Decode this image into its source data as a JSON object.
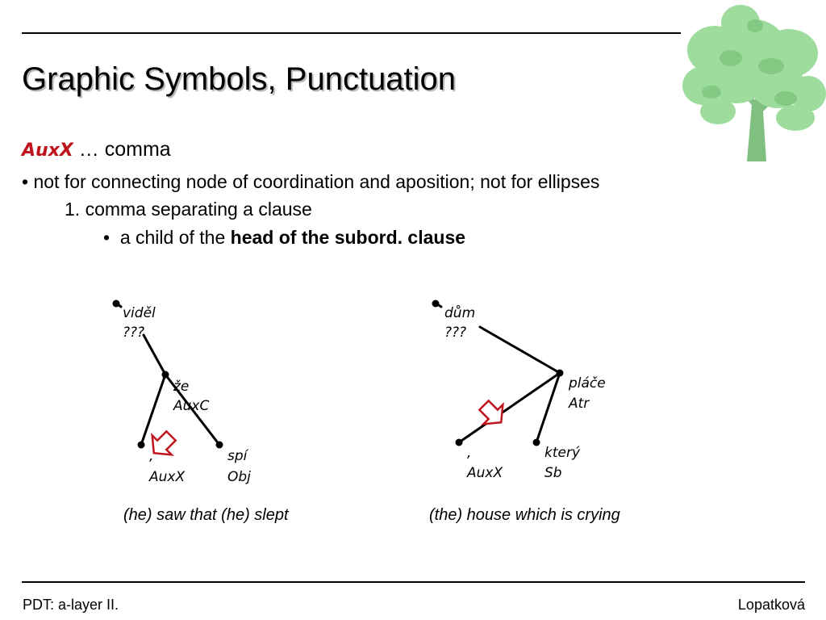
{
  "slide": {
    "title": "Graphic Symbols, Punctuation",
    "heading_term": "AuxX",
    "heading_rest": " … comma",
    "bullet_1": "• not for connecting node of coordination and aposition; not for ellipses",
    "item_1": "1. comma separating a clause",
    "bullet_2_prefix": "•  a child of the ",
    "bullet_2_bold": "head of the subord. clause"
  },
  "diagram_left": {
    "root_word": "viděl",
    "root_func": "???",
    "conj_word": "že",
    "conj_func": "AuxC",
    "comma_word": ",",
    "comma_func": "AuxX",
    "verb_word": "spí",
    "verb_func": "Obj",
    "caption": "(he) saw that (he) slept"
  },
  "diagram_right": {
    "root_word": "dům",
    "root_func": "???",
    "verb_word": "pláče",
    "verb_func": "Atr",
    "comma_word": ",",
    "comma_func": "AuxX",
    "rel_word": "který",
    "rel_func": "Sb",
    "caption": "(the) house which is crying"
  },
  "footer": {
    "left": "PDT: a-layer II.",
    "right": "Lopatková"
  },
  "colors": {
    "accent": "#c0141c",
    "tree_green": "#8fd58f"
  }
}
